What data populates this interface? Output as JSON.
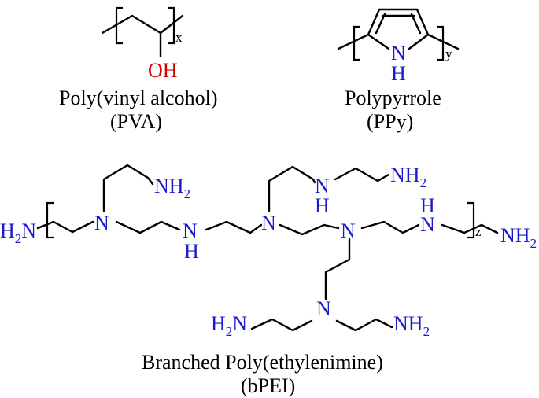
{
  "colors": {
    "bond": "#000000",
    "nitrogen": "#1a1acc",
    "oxygen": "#d40000",
    "text": "#000000"
  },
  "pva": {
    "name": "Poly(vinyl alcohol)",
    "abbr": "(PVA)",
    "repeat_index": "x",
    "oh_label": "OH"
  },
  "ppy": {
    "name": "Polypyrrole",
    "abbr": "(PPy)",
    "repeat_index": "y",
    "n_label": "N",
    "h_label": "H"
  },
  "bpei": {
    "name": "Branched Poly(ethylenimine)",
    "abbr": "(bPEI)",
    "repeat_index": "z",
    "n": "N",
    "h": "H",
    "nh": "NH",
    "two": "2",
    "h2": "H",
    "h2_sub": "2",
    "h2_n": "N"
  }
}
